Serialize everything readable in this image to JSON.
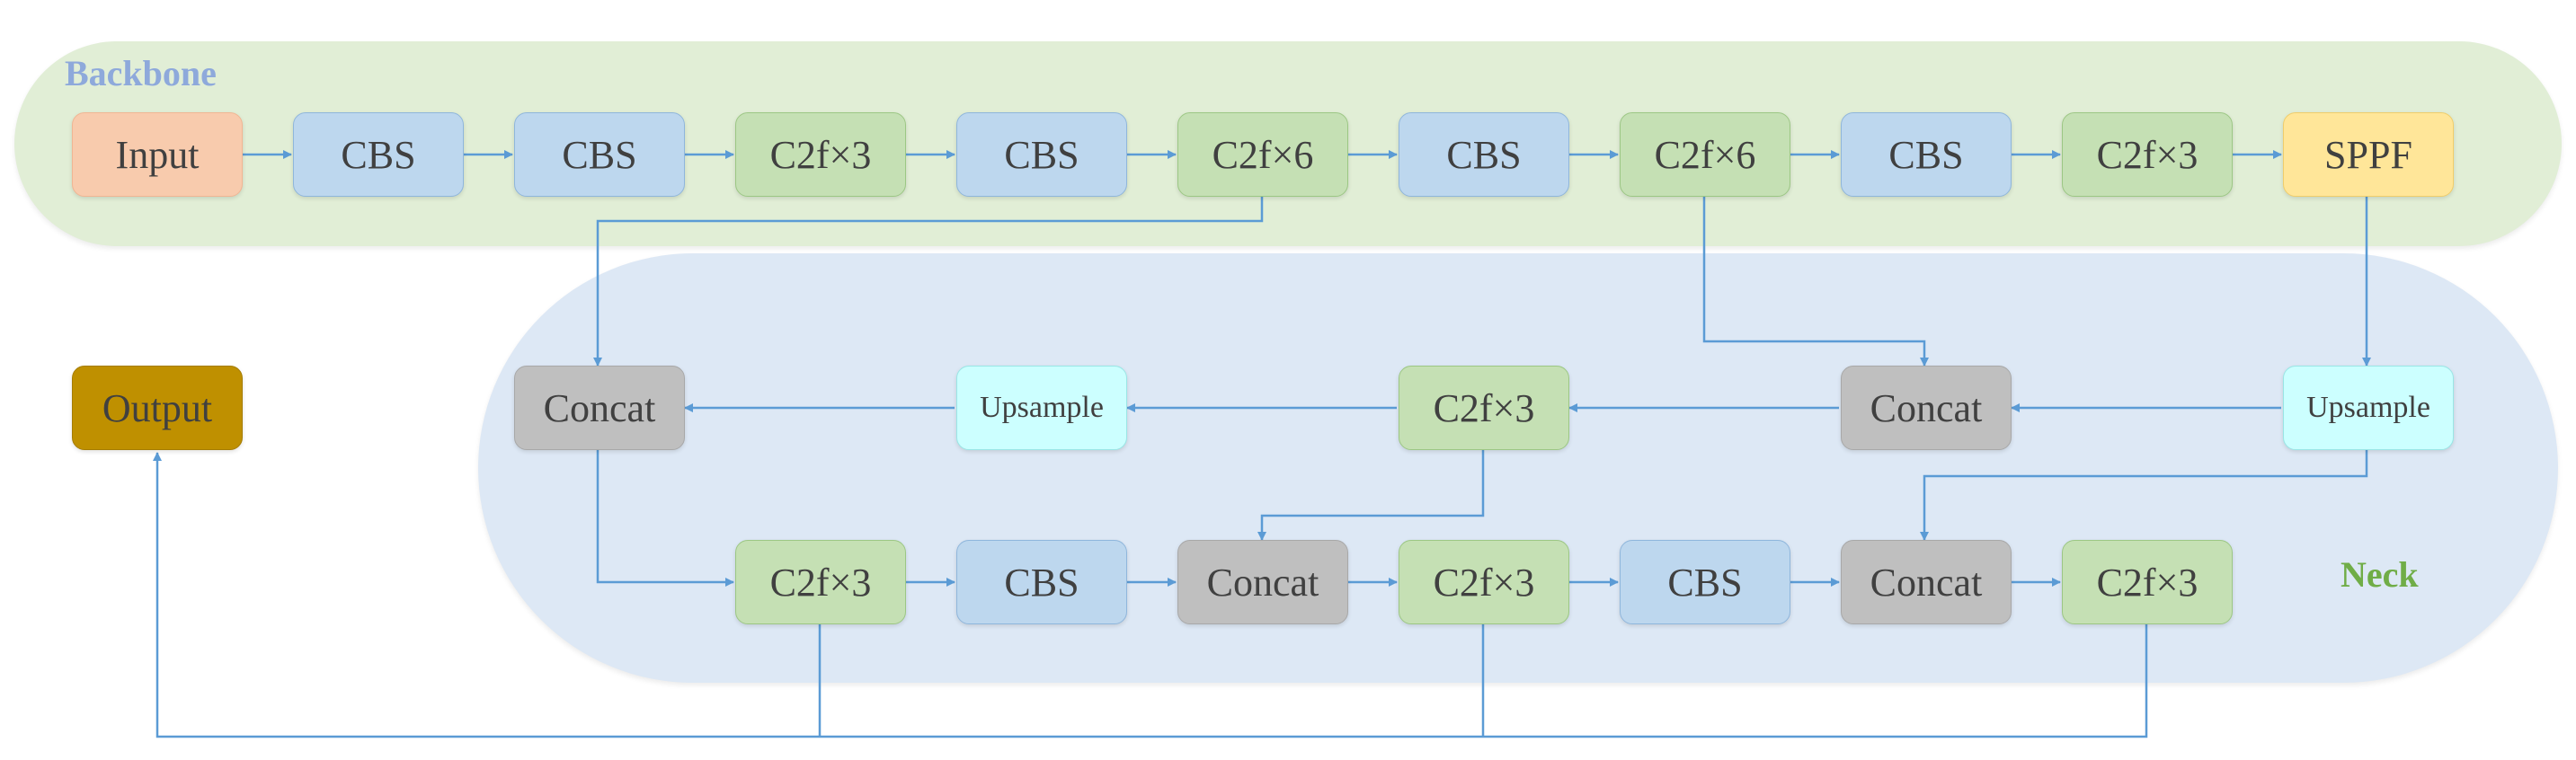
{
  "regions": {
    "backbone": "Backbone",
    "neck": "Neck"
  },
  "nodes": {
    "input": "Input",
    "bb_cbs_1": "CBS",
    "bb_cbs_2": "CBS",
    "bb_c2f_1": "C2f×3",
    "bb_cbs_3": "CBS",
    "bb_c2f_2": "C2f×6",
    "bb_cbs_4": "CBS",
    "bb_c2f_3": "C2f×6",
    "bb_cbs_5": "CBS",
    "bb_c2f_4": "C2f×3",
    "sppf": "SPPF",
    "output": "Output",
    "nk_concat_1": "Concat",
    "nk_upsample_1": "Upsample",
    "nk_c2f_1": "C2f×3",
    "nk_concat_2": "Concat",
    "nk_upsample_2": "Upsample",
    "nk_c2f_2": "C2f×3",
    "nk_cbs_1": "CBS",
    "nk_concat_3": "Concat",
    "nk_c2f_3": "C2f×3",
    "nk_cbs_2": "CBS",
    "nk_concat_4": "Concat",
    "nk_c2f_4": "C2f×3"
  },
  "colors": {
    "backbone_region": "#e1eed6",
    "neck_region": "#dde8f5",
    "backbone_title": "#8ea9db",
    "neck_title": "#70ad47",
    "input": "#f8cbad",
    "cbs": "#bdd7ee",
    "c2f": "#c5e0b4",
    "sppf": "#ffe699",
    "concat": "#bfbfbf",
    "upsample": "#ccffff",
    "output": "#bf9000",
    "connector": "#5b9bd5"
  }
}
